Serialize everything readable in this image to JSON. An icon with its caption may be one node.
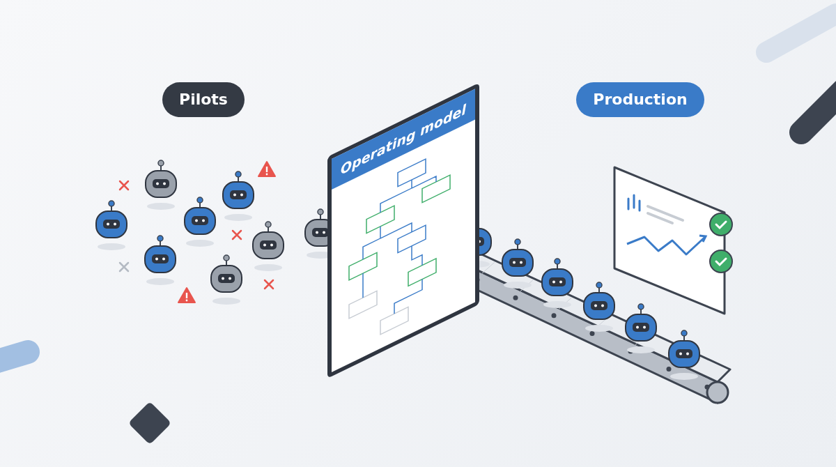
{
  "diagram": {
    "nodes": [
      {
        "text": [
          "Pilots"
        ]
      },
      {
        "text": [
          "Operating model"
        ]
      },
      {
        "text": [
          "Production"
        ]
      }
    ]
  }
}
